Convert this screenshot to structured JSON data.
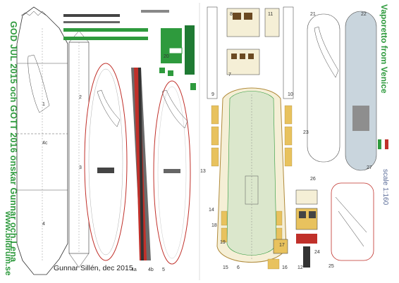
{
  "greeting": "GOD JUL 2015 och GOTT 2016 önskar Gunnar och Lena",
  "url": "www.bildrum.se",
  "title": "Vaporetto from Venice",
  "scale": "scale 1:160",
  "credit": "Gunnar Sillén, dec 2015",
  "part_numbers": [
    "1",
    "2",
    "3",
    "4",
    "4b",
    "4a",
    "4c",
    "5",
    "6",
    "7",
    "8",
    "9",
    "10",
    "11",
    "12",
    "13",
    "14",
    "15",
    "16",
    "17",
    "18",
    "19",
    "20",
    "21",
    "22",
    "23",
    "24",
    "25",
    "26",
    "27"
  ],
  "colors": {
    "green": "#2e9a3d",
    "cream": "#f5efd6",
    "yellow": "#e8c25e",
    "red": "#c0302a",
    "dark_green": "#1f7a33",
    "grey": "#8e8e8e",
    "light_blue": "#c9d5dd"
  },
  "flag_colors": [
    "#2e9a3d",
    "#ffffff",
    "#c0302a"
  ]
}
